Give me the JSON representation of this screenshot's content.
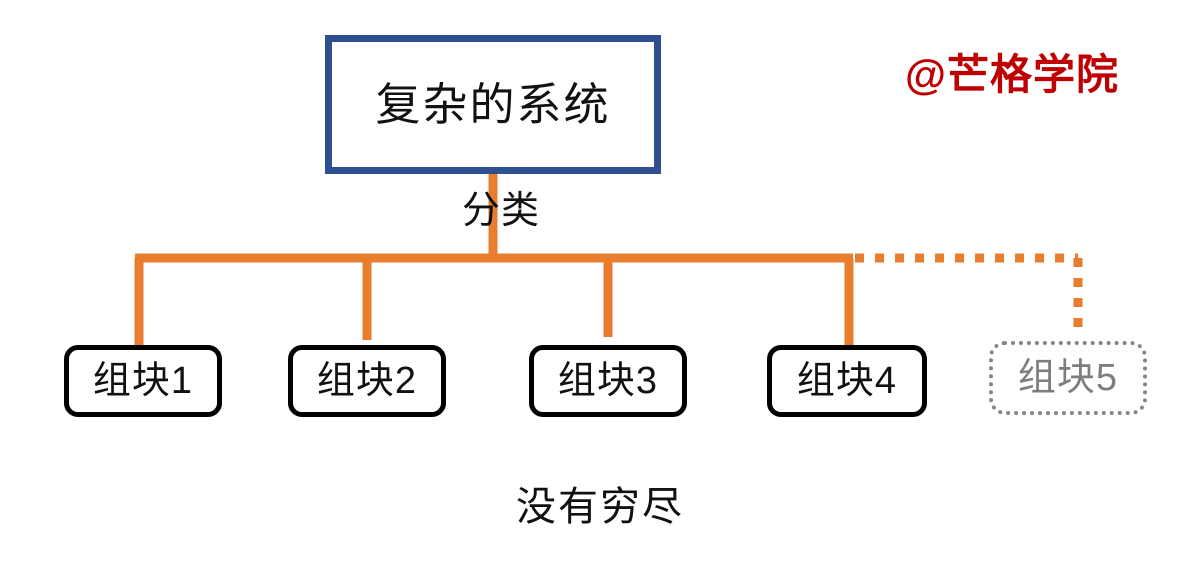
{
  "diagram": {
    "root": {
      "label": "复杂的系统",
      "border_color": "#2E5090"
    },
    "edge_label": "分类",
    "connector_color": "#E87D2E",
    "leaves": [
      {
        "label": "组块1",
        "style": "solid",
        "border_color": "#000000"
      },
      {
        "label": "组块2",
        "style": "solid",
        "border_color": "#000000"
      },
      {
        "label": "组块3",
        "style": "solid",
        "border_color": "#000000"
      },
      {
        "label": "组块4",
        "style": "solid",
        "border_color": "#000000"
      },
      {
        "label": "组块5",
        "style": "dotted",
        "border_color": "#858585"
      }
    ],
    "caption": "没有穷尽"
  },
  "watermark": {
    "text": "@芒格学院",
    "color": "#C00000"
  }
}
